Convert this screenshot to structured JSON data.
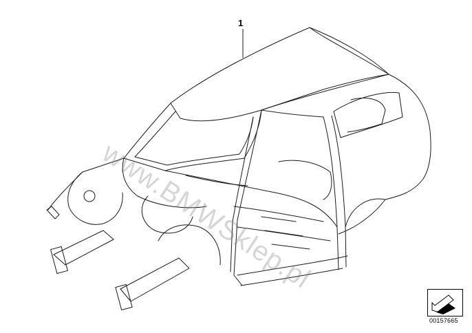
{
  "diagram": {
    "callouts": [
      {
        "label": "1"
      }
    ],
    "watermark_text": "www.BMWSklep.pl",
    "part_number": "00157665",
    "nav_icon": "diagonal-arrow-icon",
    "colors": {
      "line": "#1a1a1a",
      "watermark": "#8a8a8a",
      "background": "#ffffff"
    }
  }
}
